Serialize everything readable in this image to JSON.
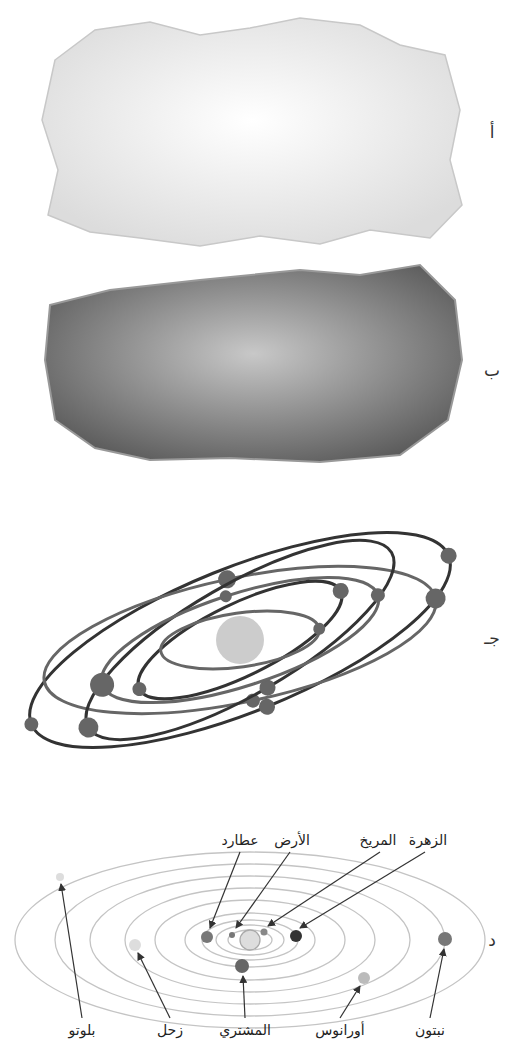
{
  "diagram": {
    "labels": [
      "أ",
      "ب",
      "جـ",
      "د",
      "عطارد",
      "الأرض",
      "المريخ",
      "الزهرة",
      "بلوتو",
      "زحل",
      "المشتري",
      "أورانوس",
      "نبتون"
    ]
  }
}
